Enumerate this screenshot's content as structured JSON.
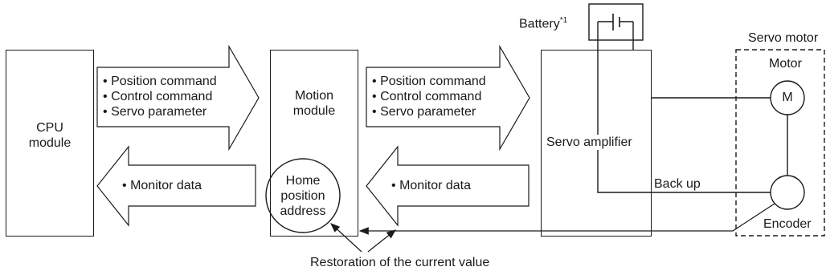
{
  "cpu_module": "CPU\nmodule",
  "motion_module": "Motion\nmodule",
  "home_position": "Home\nposition\naddress",
  "servo_amplifier": "Servo amplifier",
  "battery": "Battery",
  "battery_note": "*1",
  "servo_motor": "Servo motor",
  "motor": "Motor",
  "motor_symbol": "M",
  "encoder": "Encoder",
  "back_up": "Back up",
  "restoration": "Restoration of the current value",
  "arrow1_items": [
    "Position command",
    "Control command",
    "Servo parameter"
  ],
  "arrow2_items": [
    "Position command",
    "Control command",
    "Servo parameter"
  ],
  "arrow3_items": [
    "Monitor data"
  ],
  "arrow4_items": [
    "Monitor data"
  ],
  "bullet": "•"
}
